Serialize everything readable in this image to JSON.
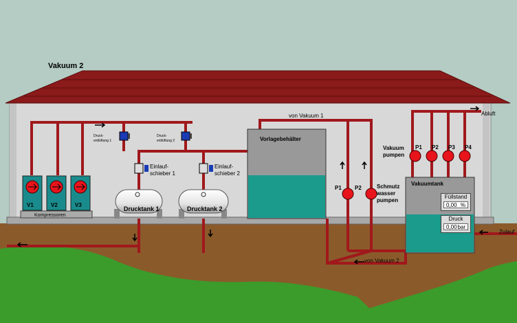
{
  "title": "Vakuum 2",
  "labels": {
    "von_vakuum_1": "von Vakuum 1",
    "von_vakuum_2": "von Vakuum 2",
    "abluft": "Abluft",
    "zulauf": "Zulauf",
    "vorlagebehaelter": "Vorlagebehälter",
    "vakuumtank": "Vakuumtank",
    "druckentlueftung_1": "Druck-\nentlüftung 1",
    "druckentlueftung_2": "Druck-\nentlüftung 2",
    "einlaufschieber_1": [
      "Einlauf-",
      "schieber 1"
    ],
    "einlaufschieber_2": [
      "Einlauf-",
      "schieber 2"
    ],
    "drucktank_1": "Drucktank 1",
    "drucktank_2": "Drucktank 2",
    "kompressoren": "Kompressoren",
    "vakuumpumpen": [
      "Vakuum",
      "pumpen"
    ],
    "schmutzwasserpumpen": [
      "Schmutz",
      "wasser",
      "pumpen"
    ]
  },
  "compressors": [
    "V1",
    "V2",
    "V3"
  ],
  "vacuum_pumps": [
    "P1",
    "P2",
    "P3",
    "P4"
  ],
  "dirty_pumps": [
    "P1",
    "P2"
  ],
  "fuellstand": {
    "label": "Füllstand",
    "value": "0,00",
    "unit": "%"
  },
  "druck": {
    "label": "Druck",
    "value": "0,00",
    "unit": "bar"
  },
  "colors": {
    "pipe": "#a0181c",
    "water": "#1a9b8c",
    "roof": "#8b1a1a",
    "ground": "#8b5a2b",
    "grass": "#3b9b2b",
    "wall": "#d8d8d8"
  }
}
